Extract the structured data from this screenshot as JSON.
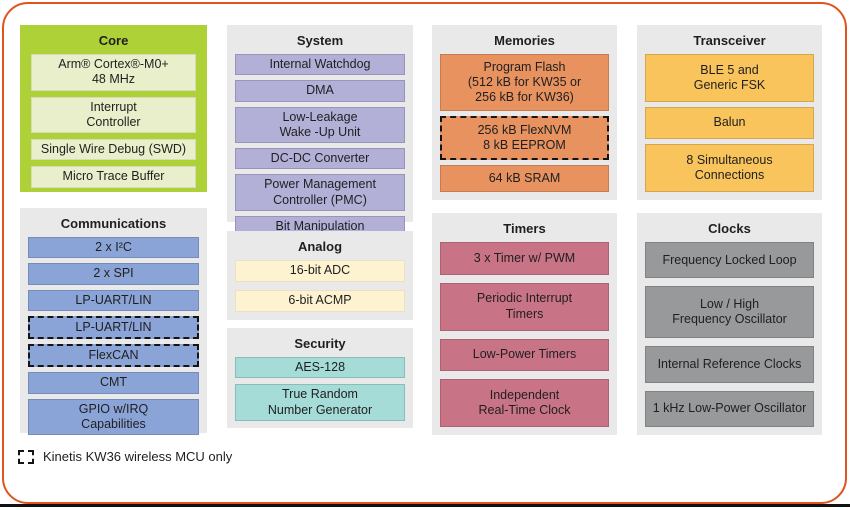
{
  "legend": {
    "label": "Kinetis KW36 wireless MCU only"
  },
  "colors": {
    "accent_border": "#e0541f",
    "bottom_line": "#111111",
    "panel_gray": "#e9e9e9",
    "text": "#1f1f1f",
    "core_bg": "#afd138",
    "core_item": "#e9efcb",
    "blue": "#8ba4d8",
    "purple": "#b3b0d8",
    "cream": "#fdf3d1",
    "teal": "#a6dcd7",
    "orange": "#e89260",
    "rose": "#c97486",
    "amber": "#f9c45c",
    "gray": "#98999b"
  },
  "sections": [
    {
      "id": "core",
      "title": "Core",
      "variant": "core",
      "items": [
        {
          "label": "Arm® Cortex®-M0+\n48 MHz"
        },
        {
          "label": "Interrupt\nController"
        },
        {
          "label": "Single Wire Debug (SWD)"
        },
        {
          "label": "Micro Trace Buffer"
        }
      ]
    },
    {
      "id": "comms",
      "title": "Communications",
      "variant": "blue",
      "items": [
        {
          "label": "2 x I²C"
        },
        {
          "label": "2 x SPI"
        },
        {
          "label": "LP-UART/LIN"
        },
        {
          "label": "LP-UART/LIN",
          "dashed": true
        },
        {
          "label": "FlexCAN",
          "dashed": true
        },
        {
          "label": "CMT"
        },
        {
          "label": "GPIO w/IRQ\nCapabilities"
        }
      ]
    },
    {
      "id": "system",
      "title": "System",
      "variant": "purple",
      "items": [
        {
          "label": "Internal Watchdog"
        },
        {
          "label": "DMA"
        },
        {
          "label": "Low-Leakage\nWake -Up Unit"
        },
        {
          "label": "DC-DC Converter"
        },
        {
          "label": "Power Management\nController (PMC)"
        },
        {
          "label": "Bit Manipulation\nEngine (BME)"
        }
      ]
    },
    {
      "id": "analog",
      "title": "Analog",
      "variant": "cream",
      "items": [
        {
          "label": "16-bit ADC"
        },
        {
          "label": "6-bit ACMP"
        }
      ]
    },
    {
      "id": "security",
      "title": "Security",
      "variant": "teal",
      "items": [
        {
          "label": "AES-128"
        },
        {
          "label": "True Random\nNumber Generator"
        }
      ]
    },
    {
      "id": "memories",
      "title": "Memories",
      "variant": "orange",
      "items": [
        {
          "label": "Program Flash\n(512 kB for KW35 or\n256 kB for KW36)"
        },
        {
          "label": "256 kB FlexNVM\n8 kB EEPROM",
          "dashed": true
        },
        {
          "label": "64 kB SRAM"
        }
      ]
    },
    {
      "id": "timers",
      "title": "Timers",
      "variant": "rose",
      "items": [
        {
          "label": "3 x Timer w/ PWM"
        },
        {
          "label": "Periodic Interrupt\nTimers"
        },
        {
          "label": "Low-Power Timers"
        },
        {
          "label": "Independent\nReal-Time Clock"
        }
      ]
    },
    {
      "id": "transceiver",
      "title": "Transceiver",
      "variant": "amber",
      "items": [
        {
          "label": "BLE 5 and\nGeneric FSK"
        },
        {
          "label": "Balun"
        },
        {
          "label": "8 Simultaneous\nConnections"
        }
      ]
    },
    {
      "id": "clocks",
      "title": "Clocks",
      "variant": "gray",
      "items": [
        {
          "label": "Frequency Locked Loop"
        },
        {
          "label": "Low / High\nFrequency Oscillator"
        },
        {
          "label": "Internal Reference Clocks"
        },
        {
          "label": "1 kHz Low-Power Oscillator"
        }
      ]
    }
  ]
}
